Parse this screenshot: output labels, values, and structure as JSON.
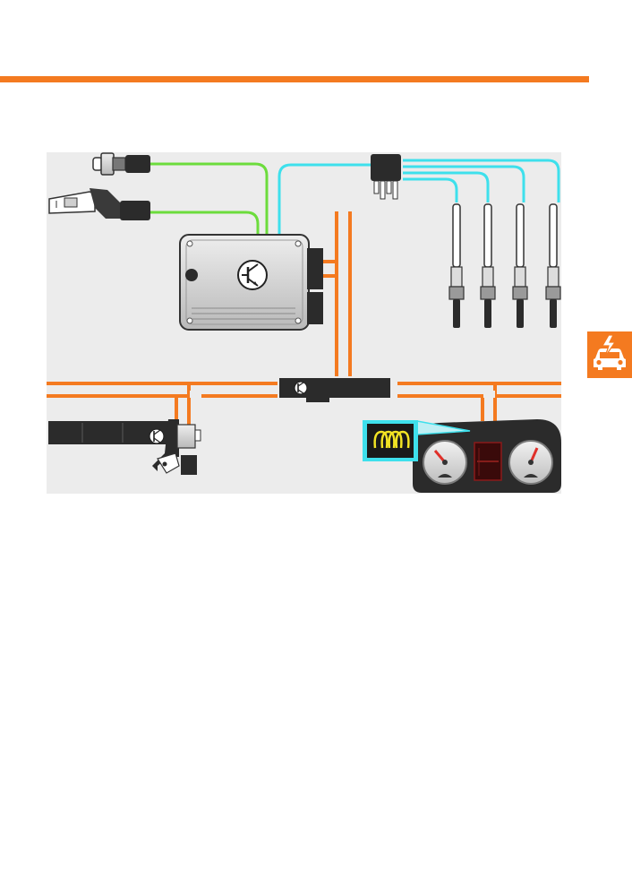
{
  "colors": {
    "accent": "#f47a20",
    "panel": "#ececec",
    "sensor_wire": "#6cdc3c",
    "glow_wire": "#3ee0ec",
    "can_bus": "#f47a20",
    "component_dark": "#2b2b2b",
    "component_metal": "#c9c9c9",
    "warning_lamp": "#f2e324"
  },
  "icons": {
    "section_tab": "car-electrical-fault-icon",
    "control_unit_symbol": "transistor-icon",
    "warning_lamp": "glow-plug-coil-icon"
  },
  "diagram": {
    "components": [
      "coolant-temperature-sender",
      "engine-speed-sender",
      "engine-control-unit",
      "glow-plug-relay",
      "glow-plugs",
      "gateway-control-unit",
      "steering-column-control-unit",
      "dash-panel-insert"
    ],
    "glow_plug_count": 4
  }
}
